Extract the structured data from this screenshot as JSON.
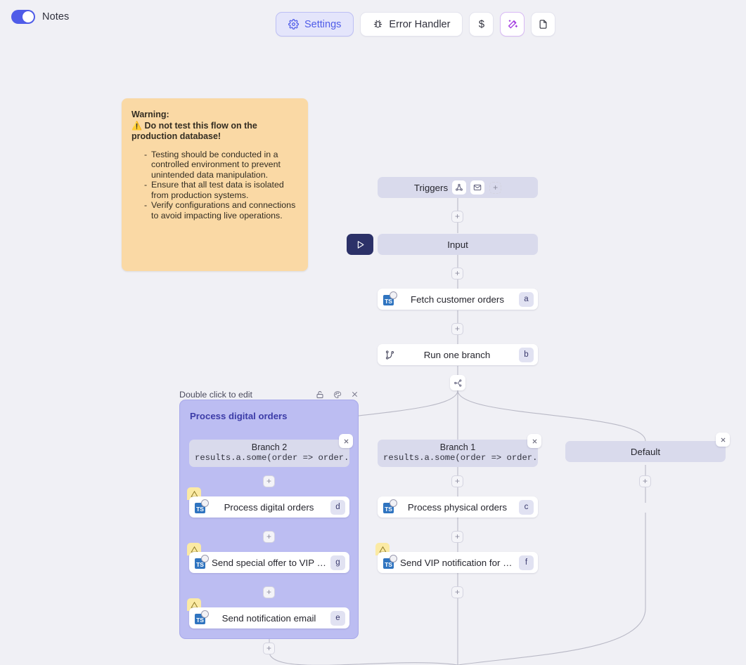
{
  "topbar": {
    "notes_toggle_label": "Notes",
    "notes_toggle_on": true,
    "accent": "#4f5ce8",
    "buttons": [
      {
        "id": "settings",
        "label": "Settings",
        "icon": "gear-icon",
        "active": true
      },
      {
        "id": "error-handler",
        "label": "Error Handler",
        "icon": "bug-icon",
        "active": false
      },
      {
        "id": "cost",
        "label": "$",
        "icon": "dollar-icon",
        "active": false
      },
      {
        "id": "magic",
        "label": "",
        "icon": "magic-wand-icon",
        "active": false
      },
      {
        "id": "docs",
        "label": "",
        "icon": "file-icon",
        "active": false
      }
    ]
  },
  "note": {
    "title": "Warning:",
    "warn_icon": "⚠️",
    "headline": "Do not test this flow on the production database!",
    "bullets": [
      "Testing should be conducted in a controlled environment to prevent unintended data manipulation.",
      "Ensure that all test data is isolated from production systems.",
      "Verify configurations and connections to avoid impacting live operations."
    ],
    "bg": "#fad9a5"
  },
  "flow": {
    "triggers": {
      "label": "Triggers",
      "icons": [
        "webhook-icon",
        "email-icon"
      ],
      "add_label": "+"
    },
    "input": {
      "label": "Input",
      "run_icon": "play-icon"
    },
    "fetch": {
      "label": "Fetch customer orders",
      "tag": "a",
      "icon": "typescript-icon"
    },
    "run_one_branch": {
      "label": "Run one branch",
      "tag": "b",
      "icon": "branch-icon"
    },
    "merge_icon": "branch-split-icon",
    "branches": [
      {
        "id": "branch-2",
        "name": "Branch 2",
        "code": "results.a.some(order => order.type",
        "nodes": [
          {
            "label": "Process digital orders",
            "tag": "d",
            "icon": "typescript-icon",
            "warning": true
          },
          {
            "label": "Send special offer to VIP digital c...",
            "tag": "g",
            "icon": "typescript-icon",
            "warning": true
          },
          {
            "label": "Send notification email",
            "tag": "e",
            "icon": "typescript-icon",
            "warning": true
          }
        ]
      },
      {
        "id": "branch-1",
        "name": "Branch 1",
        "code": "results.a.some(order => order.type",
        "nodes": [
          {
            "label": "Process physical orders",
            "tag": "c",
            "icon": "typescript-icon",
            "warning": false
          },
          {
            "label": "Send VIP notification for physical...",
            "tag": "f",
            "icon": "typescript-icon",
            "warning": true
          }
        ]
      },
      {
        "id": "default",
        "name": "Default",
        "code": "",
        "nodes": []
      }
    ]
  },
  "group": {
    "header_hint": "Double click to edit",
    "header_icons": [
      "lock-open-icon",
      "palette-icon",
      "close-icon"
    ],
    "title": "Process digital orders",
    "bg": "#bcbdf2"
  }
}
